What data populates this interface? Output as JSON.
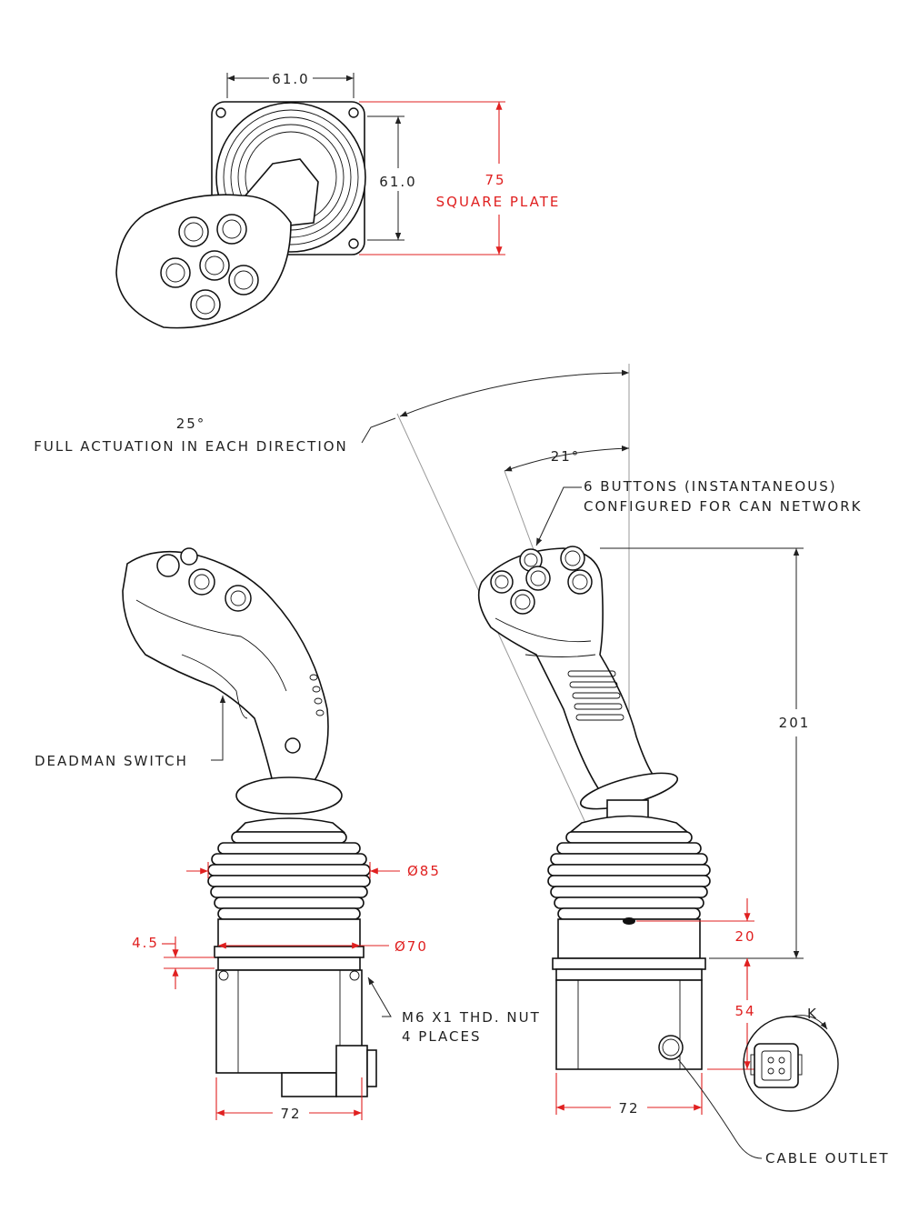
{
  "top_view": {
    "width_dim": "61.0",
    "height_dim": "61.0",
    "plate_dim": "75",
    "plate_label": "SQUARE PLATE"
  },
  "actuation": {
    "angle": "25°",
    "label": "FULL ACTUATION IN EACH DIRECTION",
    "side_angle": "21°"
  },
  "buttons_note": {
    "line1": "6 BUTTONS (INSTANTANEOUS)",
    "line2": "CONFIGURED FOR CAN NETWORK"
  },
  "left_view": {
    "deadman": "DEADMAN SWITCH",
    "bellows_dia": "Ø85",
    "flange_dia": "Ø70",
    "flange_thk": "4.5",
    "nut_line1": "M6 X1 THD. NUT",
    "nut_line2": "4 PLACES",
    "base_width": "72"
  },
  "right_view": {
    "height": "201",
    "offset_20": "20",
    "offset_54": "54",
    "base_width": "72",
    "cable": "CABLE OUTLET",
    "connector_key": "K"
  },
  "colors": {
    "dimension_red": "#e02020",
    "line": "#111111"
  }
}
